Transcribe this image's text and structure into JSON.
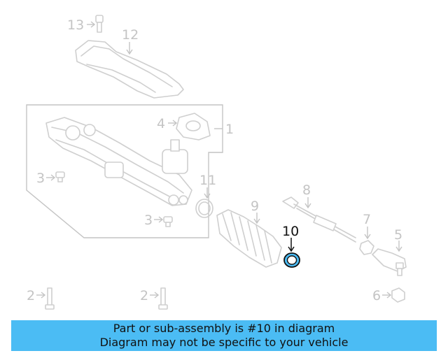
{
  "callouts": {
    "c1": "1",
    "c2a": "2",
    "c2b": "2",
    "c3a": "3",
    "c3b": "3",
    "c4": "4",
    "c5": "5",
    "c6": "6",
    "c7": "7",
    "c8": "8",
    "c9": "9",
    "c10": "10",
    "c11": "11",
    "c12": "12",
    "c13": "13"
  },
  "highlight": {
    "part": "10",
    "color": "#4bbcf4"
  },
  "banner": {
    "line1": "Part or sub-assembly is #10 in diagram",
    "line2": "Diagram may not be specific to your vehicle",
    "color": "#4bbcf4"
  }
}
